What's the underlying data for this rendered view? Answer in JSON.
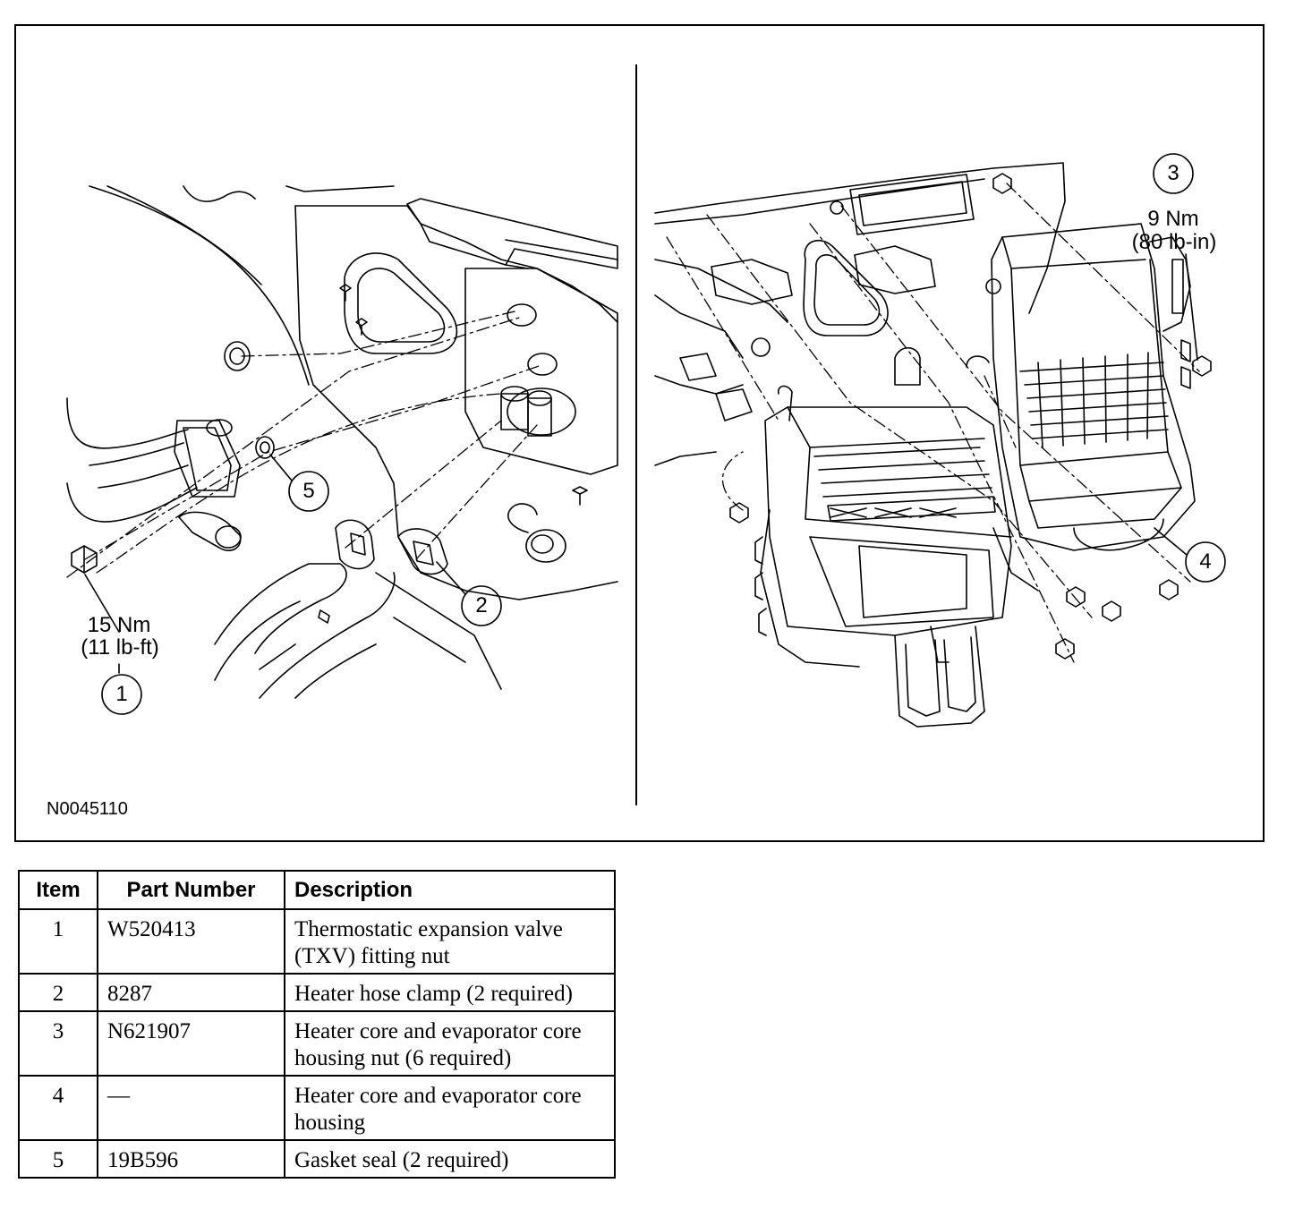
{
  "figure": {
    "id": "N0045110",
    "callouts": [
      {
        "number": "1",
        "torque_metric": "15 Nm",
        "torque_imperial": "(11 lb-ft)"
      },
      {
        "number": "2"
      },
      {
        "number": "3",
        "torque_metric": "9 Nm",
        "torque_imperial": "(80 lb-in)"
      },
      {
        "number": "4"
      },
      {
        "number": "5"
      }
    ]
  },
  "table": {
    "headers": {
      "item": "Item",
      "part_number": "Part Number",
      "description": "Description"
    },
    "rows": [
      {
        "item": "1",
        "part_number": "W520413",
        "description": "Thermostatic expansion valve (TXV) fitting nut"
      },
      {
        "item": "2",
        "part_number": "8287",
        "description": "Heater hose clamp (2 required)"
      },
      {
        "item": "3",
        "part_number": "N621907",
        "description": "Heater core and evaporator core housing nut (6 required)"
      },
      {
        "item": "4",
        "part_number": "—",
        "description": "Heater core and evaporator core housing"
      },
      {
        "item": "5",
        "part_number": "19B596",
        "description": "Gasket seal (2 required)"
      }
    ]
  }
}
